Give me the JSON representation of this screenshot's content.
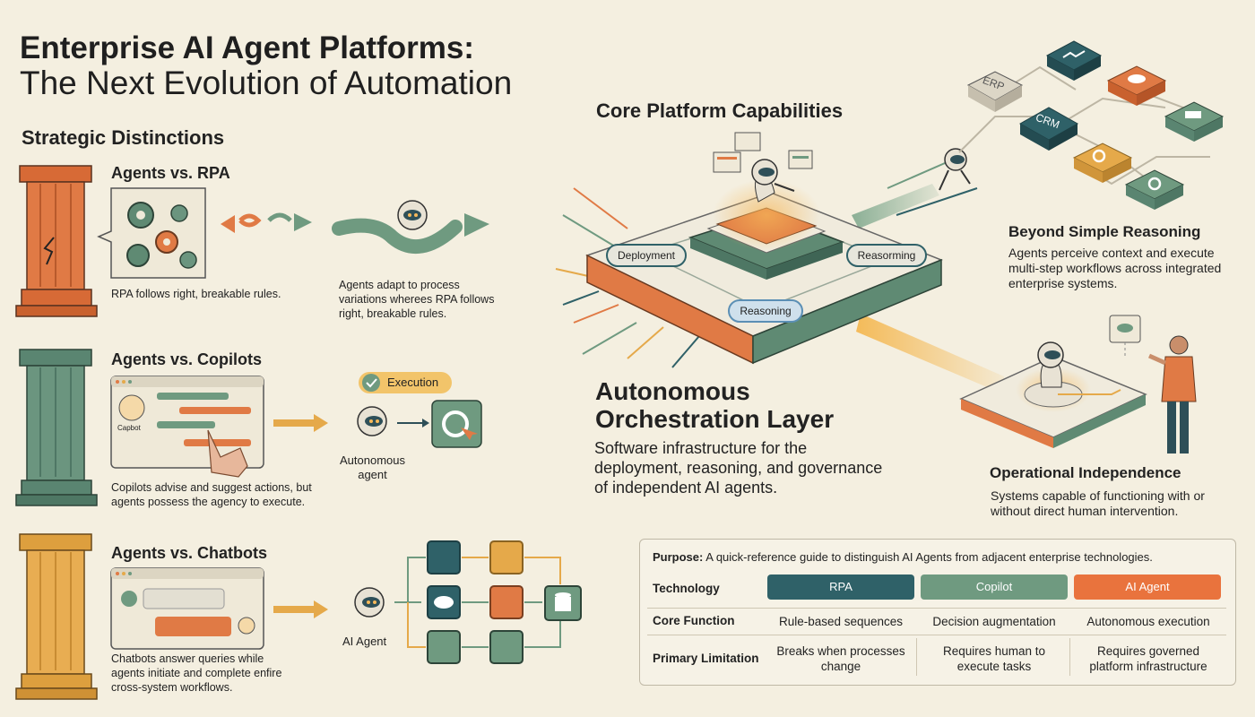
{
  "title": {
    "line1": "Enterprise AI Agent Platforms:",
    "line2": "The Next Evolution of Automation"
  },
  "strategic": {
    "heading": "Strategic Distinctions",
    "rpa": {
      "heading": "Agents vs. RPA",
      "left_caption": "RPA follows right, breakable rules.",
      "right_caption": "Agents adapt to process variations wherees RPA follows right, breakable rules."
    },
    "copilots": {
      "heading": "Agents vs. Copilots",
      "bot_label": "Capbot",
      "caption": "Copilots advise and suggest actions, but agents possess the agency to execute.",
      "execution_label": "Execution",
      "agent_label": "Autonomous agent"
    },
    "chatbots": {
      "heading": "Agents vs. Chatbots",
      "caption": "Chatbots answer queries while agents initiate and complete enfire cross-system workflows.",
      "agent_label": "AI Agent"
    }
  },
  "core": {
    "heading": "Core Platform Capabilities",
    "pill_deployment": "Deployment",
    "pill_reasoning_right": "Reasorming",
    "pill_reasoning_bottom": "Reasoning",
    "orchestration_title": "Autonomous Orchestration Layer",
    "orchestration_desc": "Software infrastructure for the deployment, reasoning, and governance of independent AI agents."
  },
  "systems": {
    "erp": "ERP",
    "crm": "CRM"
  },
  "beyond": {
    "title": "Beyond Simple Reasoning",
    "desc": "Agents perceive context and execute multi-step workflows across integrated enterprise systems."
  },
  "operational": {
    "title": "Operational Independence",
    "desc": "Systems capable of functioning with or without direct human intervention."
  },
  "table": {
    "purpose_label": "Purpose:",
    "purpose_text": "A quick-reference guide to distinguish AI Agents from adjacent enterprise technologies.",
    "row_technology": "Technology",
    "row_core": "Core Function",
    "row_limit": "Primary Limitation",
    "columns": [
      "RPA",
      "Copilot",
      "AI Agent"
    ],
    "core_function": [
      "Rule-based sequences",
      "Decision augmentation",
      "Autonomous execution"
    ],
    "limitation": [
      "Breaks when processes change",
      "Requires human to execute tasks",
      "Requires governed platform infrastructure"
    ]
  },
  "colors": {
    "rpa": "#2f6168",
    "copilot": "#6f9a80",
    "agent": "#e9733d",
    "orange_pillar": "#e07a45",
    "green_pillar": "#5f8a73",
    "gold_pillar": "#e5a94a",
    "background": "#f4efe0"
  }
}
